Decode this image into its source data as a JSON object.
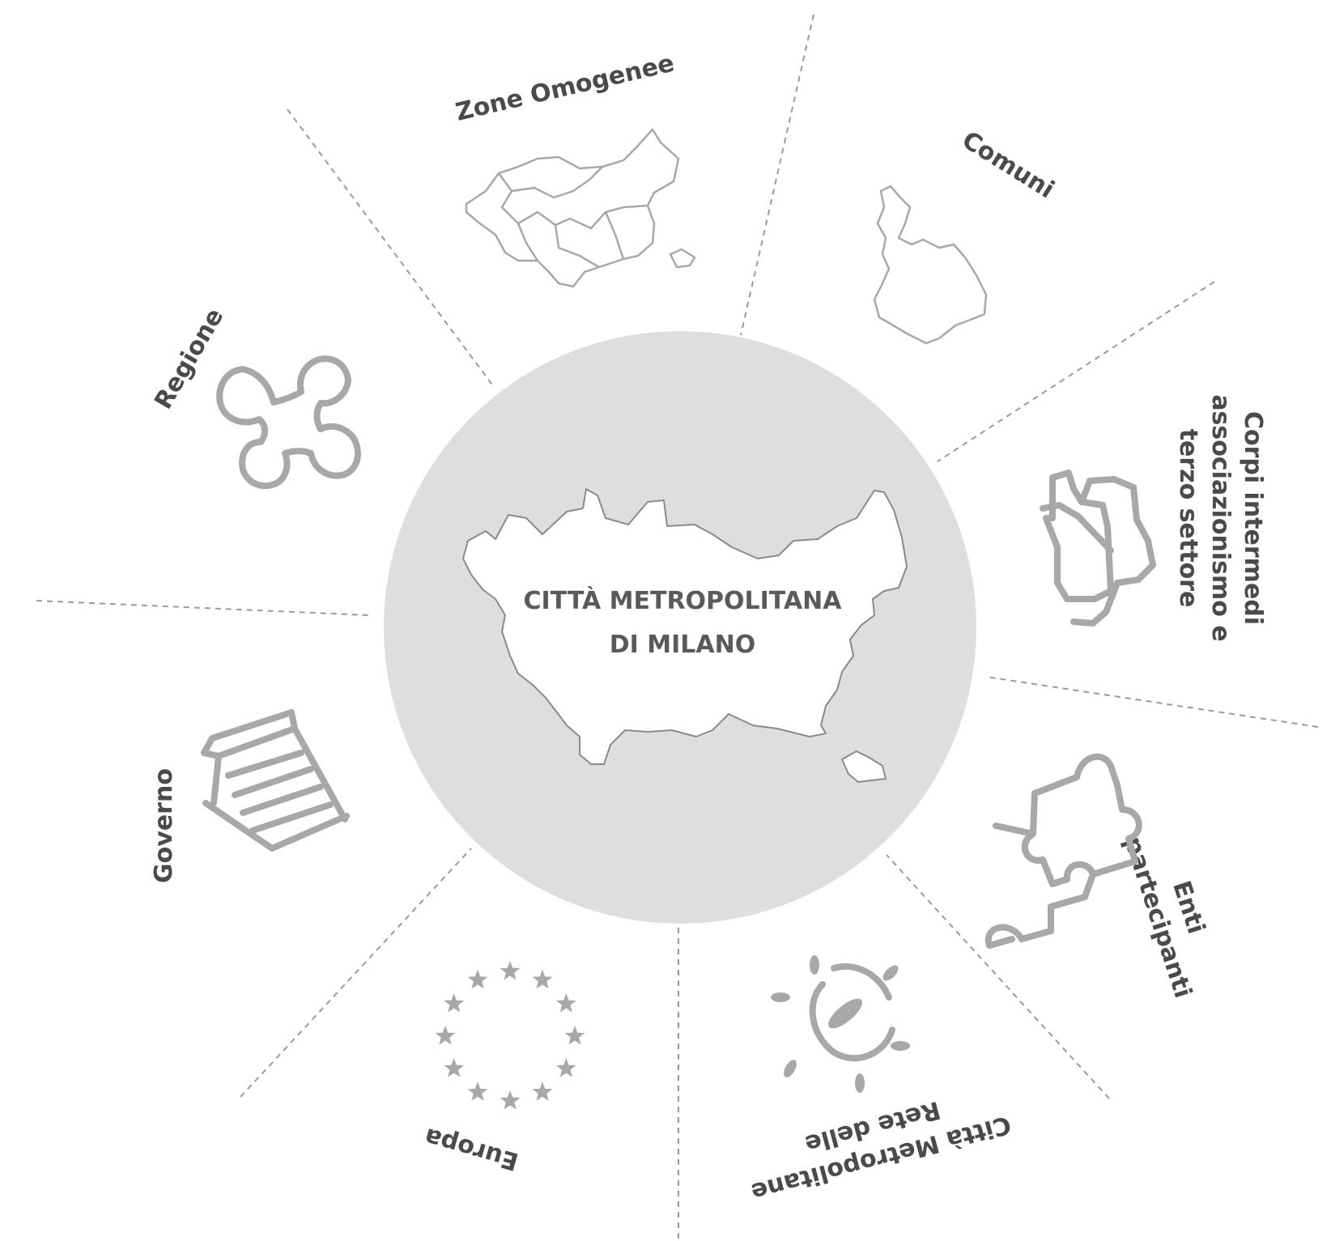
{
  "center": {
    "line1": "CITTÀ METROPOLITANA",
    "line2": "DI MILANO"
  },
  "sectors": {
    "zone_omogenee": {
      "label": "Zone Omogenee",
      "icon": "zones-map-icon"
    },
    "comuni": {
      "label": "Comuni",
      "icon": "municipality-map-icon"
    },
    "corpi_intermedi": {
      "line1": "Corpi intermedi",
      "line2": "associazionismo e",
      "line3": "terzo settore",
      "icon": "hands-together-icon"
    },
    "enti_partecipanti": {
      "line1": "Enti",
      "line2": "partecipanti",
      "icon": "puzzle-icon"
    },
    "rete_citta": {
      "line1": "Città Metropolitane",
      "line2": "Rete delle",
      "icon": "network-sun-icon"
    },
    "europa": {
      "label": "Europa",
      "icon": "eu-stars-icon"
    },
    "governo": {
      "label": "Governo",
      "icon": "government-building-icon"
    },
    "regione": {
      "label": "Regione",
      "icon": "lombardy-rose-icon"
    }
  },
  "colors": {
    "hub_fill": "#dedede",
    "icon_gray": "#a8a8a8",
    "text_gray": "#4a4a4a",
    "divider_gray": "#9a9a9a"
  }
}
